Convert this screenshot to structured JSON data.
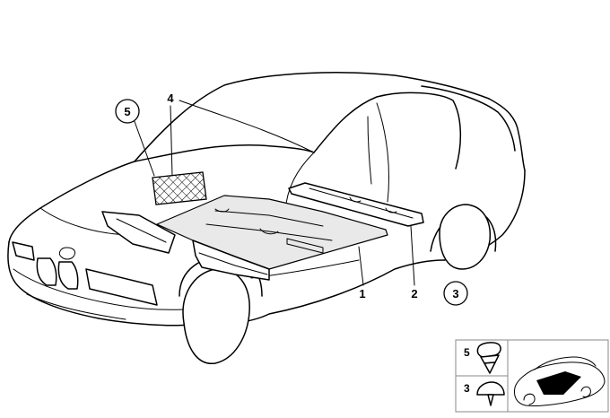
{
  "callouts": {
    "c1": "1",
    "c2": "2",
    "c3": "3",
    "c4": "4",
    "c5": "5"
  },
  "legend": {
    "item5": "5",
    "item3": "3"
  },
  "icons": {
    "car": "car-outline-icon",
    "sound_mat": "mesh-mat-icon",
    "clip": "expanding-rivet-icon",
    "plug": "dome-plug-icon"
  },
  "colors": {
    "line": "#000000",
    "background": "#ffffff",
    "legend_frame": "#888888"
  }
}
